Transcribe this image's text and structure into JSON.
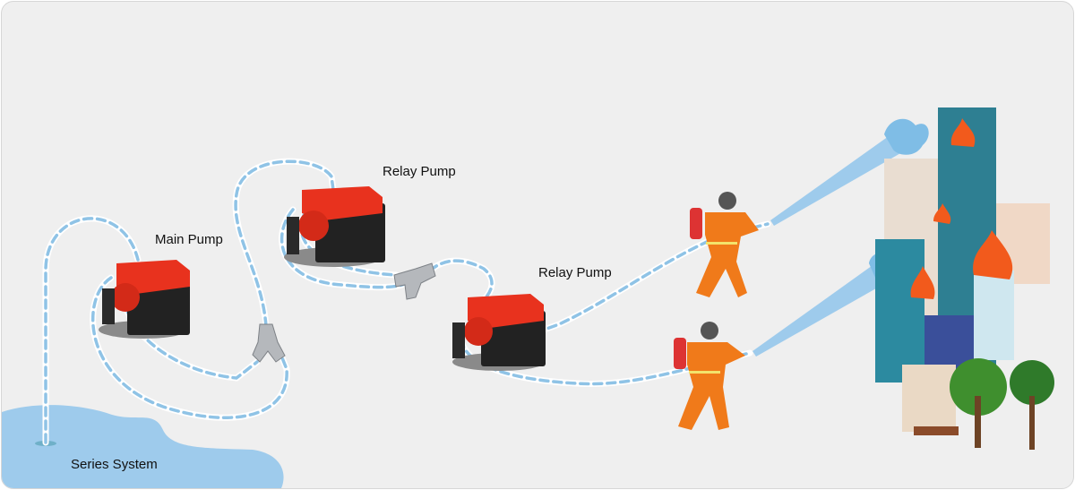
{
  "labels": {
    "main_pump": "Main Pump",
    "relay_pump_1": "Relay Pump",
    "relay_pump_2": "Relay Pump",
    "series_system": "Series System"
  },
  "colors": {
    "background": "#efefef",
    "hose": "#8fc3e6",
    "water": "#9ecbec",
    "pump_red": "#e8321e",
    "pump_black": "#222222",
    "firefighter_orange": "#f07a1a",
    "building_teal": "#2e7f92",
    "fire": "#f25a1c"
  }
}
